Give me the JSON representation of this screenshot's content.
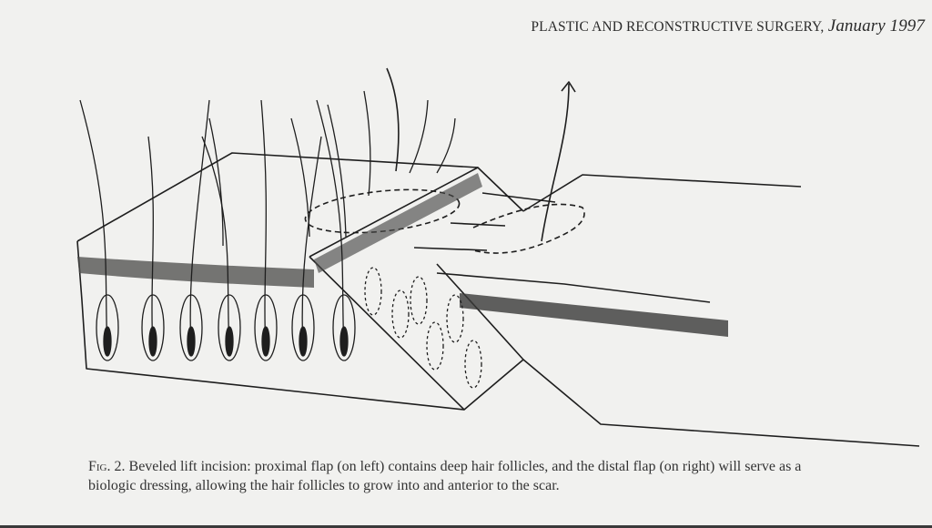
{
  "header": {
    "journal": "PLASTIC AND RECONSTRUCTIVE SURGERY,",
    "date": "January 1997"
  },
  "figure": {
    "label": "Fig. 2.",
    "caption": "Beveled lift incision: proximal flap (on left) contains deep hair follicles, and the distal flap (on right) will serve as a biologic dressing, allowing the hair follicles to grow into and anterior to the scar.",
    "ink_color": "#1e1e1e",
    "paper_color": "#f1f1ef"
  }
}
